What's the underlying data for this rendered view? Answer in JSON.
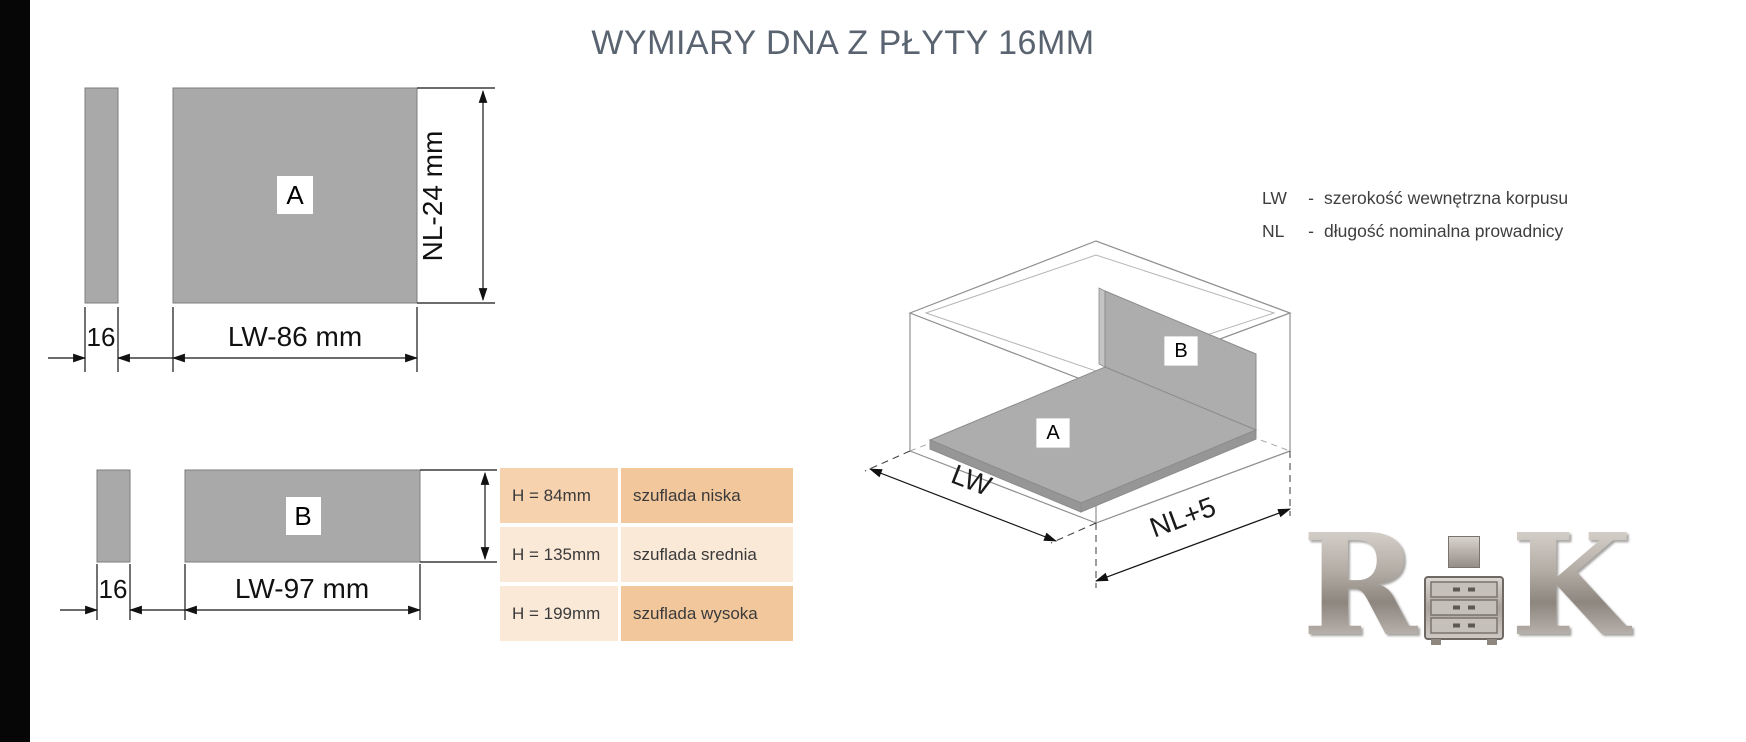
{
  "title": "WYMIARY DNA Z PŁYTY 16MM",
  "panel_a": {
    "label": "A",
    "height_dim": "NL-24 mm",
    "width_dim": "LW-86 mm",
    "thickness_dim": "16"
  },
  "panel_b": {
    "label": "B",
    "width_dim": "LW-97 mm",
    "thickness_dim": "16"
  },
  "size_table": {
    "rows": [
      {
        "height": "H = 84mm",
        "type": "szuflada niska"
      },
      {
        "height": "H = 135mm",
        "type": "szuflada srednia"
      },
      {
        "height": "H = 199mm",
        "type": "szuflada wysoka"
      }
    ]
  },
  "legend": {
    "lw_abbr": "LW",
    "lw_sep": "-",
    "lw_desc": "szerokość wewnętrzna korpusu",
    "nl_abbr": "NL",
    "nl_sep": "-",
    "nl_desc": "długość nominalna prowadnicy"
  },
  "isometric": {
    "panel_a_label": "A",
    "panel_b_label": "B",
    "width_dim": "LW",
    "length_dim": "NL+5"
  },
  "logo": {
    "text": "RiK",
    "letter_r": "R",
    "letter_k": "K"
  },
  "colors": {
    "panel_gray": "#a9a9a9",
    "table_dark": "#f2c79c",
    "table_medium": "#f6d3ae",
    "table_light": "#fbe9d8",
    "title_gray": "#5a6470",
    "line_black": "#141414"
  }
}
